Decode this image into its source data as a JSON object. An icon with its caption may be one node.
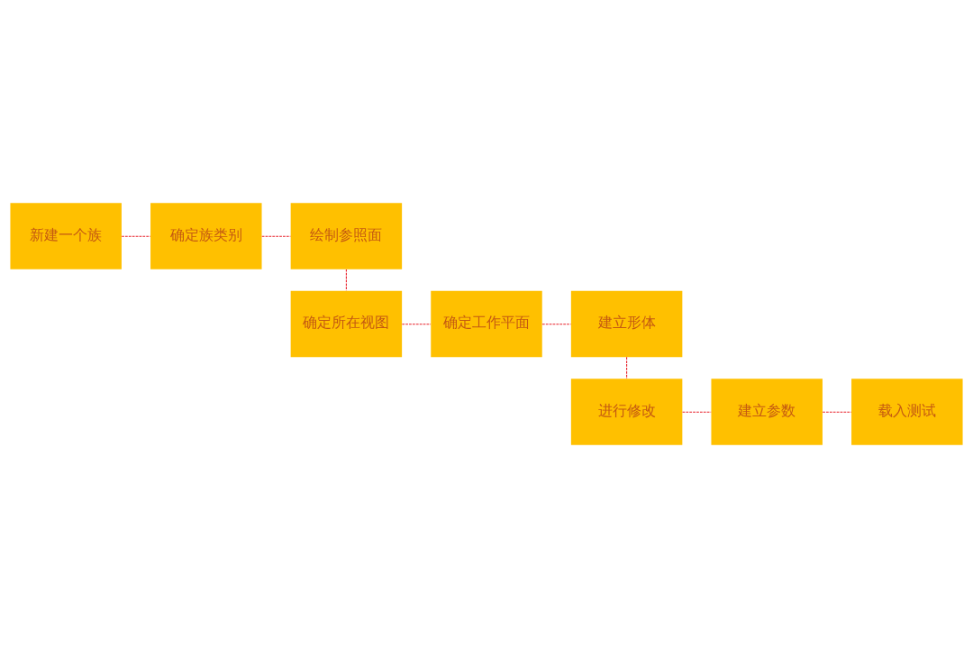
{
  "diagram": {
    "nodes": [
      {
        "text": [
          "新建一个族"
        ]
      },
      {
        "text": [
          "确定族类别"
        ]
      },
      {
        "text": [
          "绘制参照面"
        ]
      },
      {
        "text": [
          "确定所在视图"
        ]
      },
      {
        "text": [
          "确定工作平面"
        ]
      },
      {
        "text": [
          "建立形体"
        ]
      },
      {
        "text": [
          "进行修改"
        ]
      },
      {
        "text": [
          "建立参数"
        ]
      },
      {
        "text": [
          "载入测试"
        ]
      }
    ],
    "edges": [
      {
        "from": 0,
        "to": 1,
        "arrow": "none",
        "style": "dashed",
        "color": "#e8202a"
      },
      {
        "from": 1,
        "to": 2,
        "arrow": "none",
        "style": "dashed",
        "color": "#e8202a"
      },
      {
        "from": 2,
        "to": 3,
        "arrow": "none",
        "style": "dashed",
        "color": "#e8202a"
      },
      {
        "from": 3,
        "to": 4,
        "arrow": "none",
        "style": "dashed",
        "color": "#e8202a"
      },
      {
        "from": 4,
        "to": 5,
        "arrow": "none",
        "style": "dashed",
        "color": "#e8202a"
      },
      {
        "from": 5,
        "to": 6,
        "arrow": "none",
        "style": "dashed",
        "color": "#e8202a"
      },
      {
        "from": 6,
        "to": 7,
        "arrow": "none",
        "style": "dashed",
        "color": "#e8202a"
      },
      {
        "from": 7,
        "to": 8,
        "arrow": "none",
        "style": "dashed",
        "color": "#e8202a"
      }
    ]
  }
}
